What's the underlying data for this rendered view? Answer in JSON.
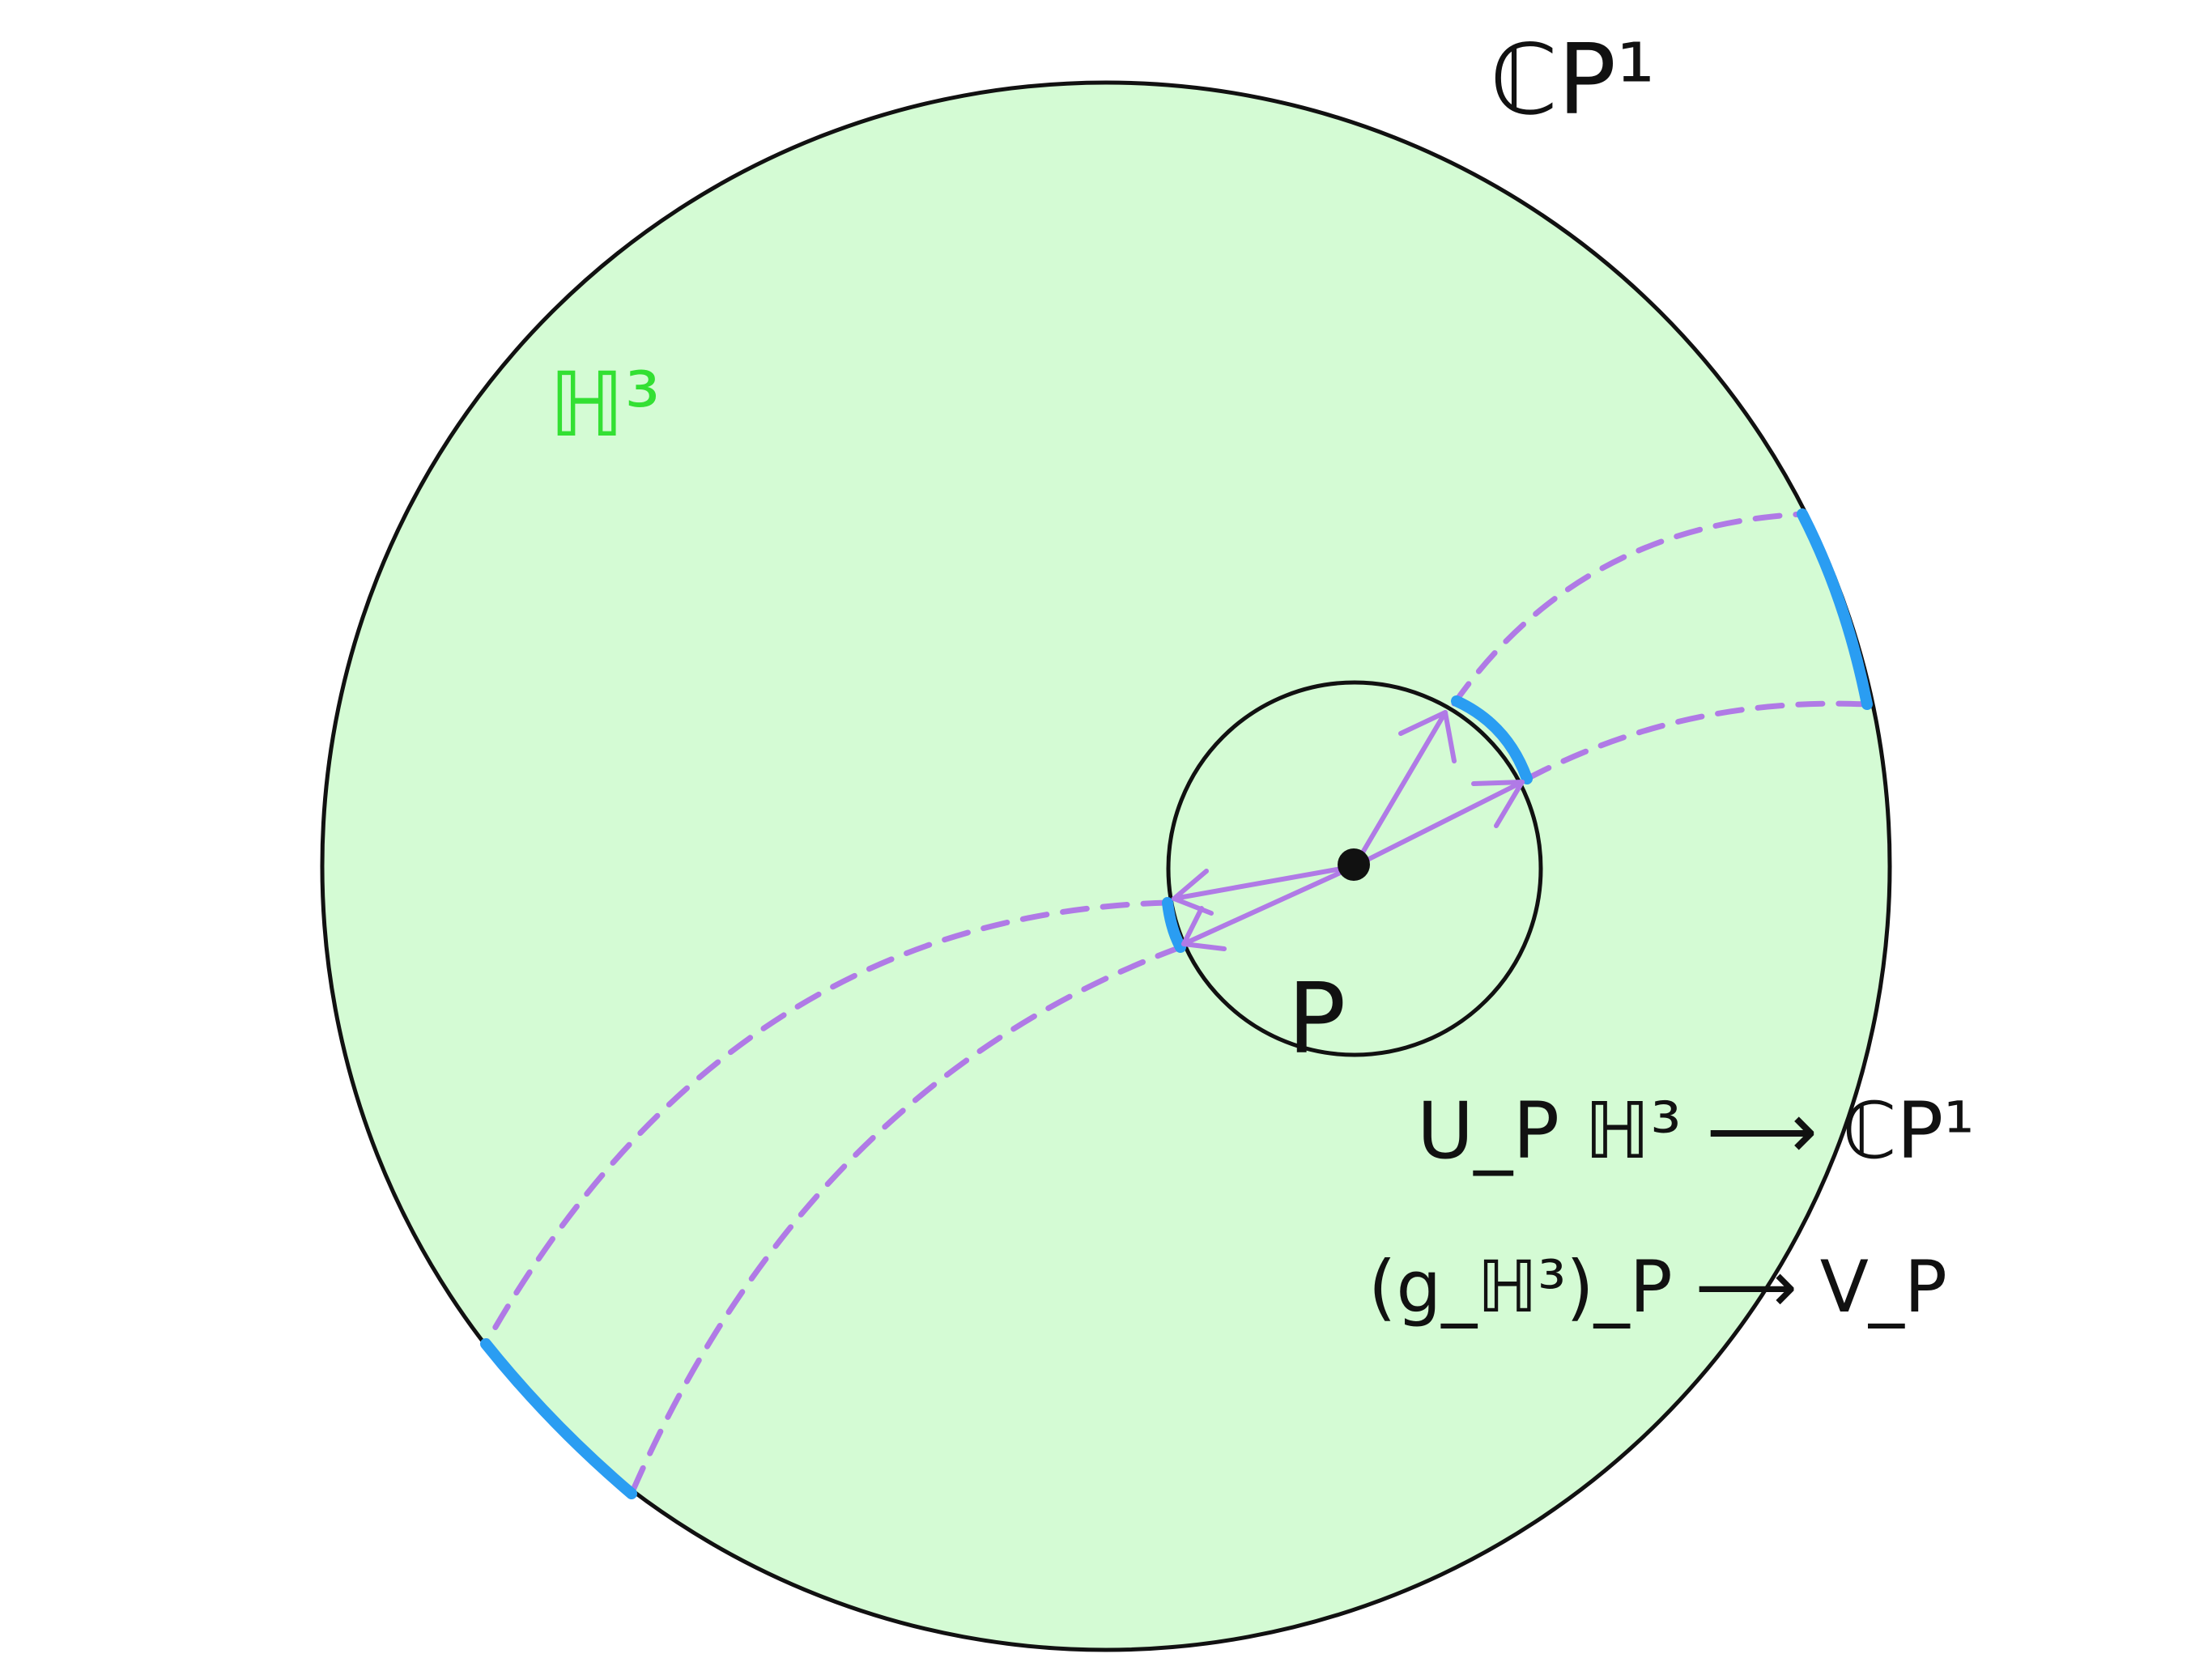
{
  "colors": {
    "background": "#ffffff",
    "disk_fill": "#d4fbd4",
    "outline": "#111111",
    "dashed_arc": "#b07ae6",
    "arrow": "#b07ae6",
    "highlight_arc": "#2a9df2",
    "h3_label": "#33e033"
  },
  "labels": {
    "boundary": "ℂP¹",
    "space": "ℍ³",
    "point": "P",
    "map_unit_tangent": "U_P ℍ³ ⟶ ℂP¹",
    "map_metric": "(g_ℍ³)_P ⟶ V_P"
  },
  "icons": {
    "center_point": "filled-dot-icon",
    "arrowheads": "open-arrowhead-icon"
  }
}
